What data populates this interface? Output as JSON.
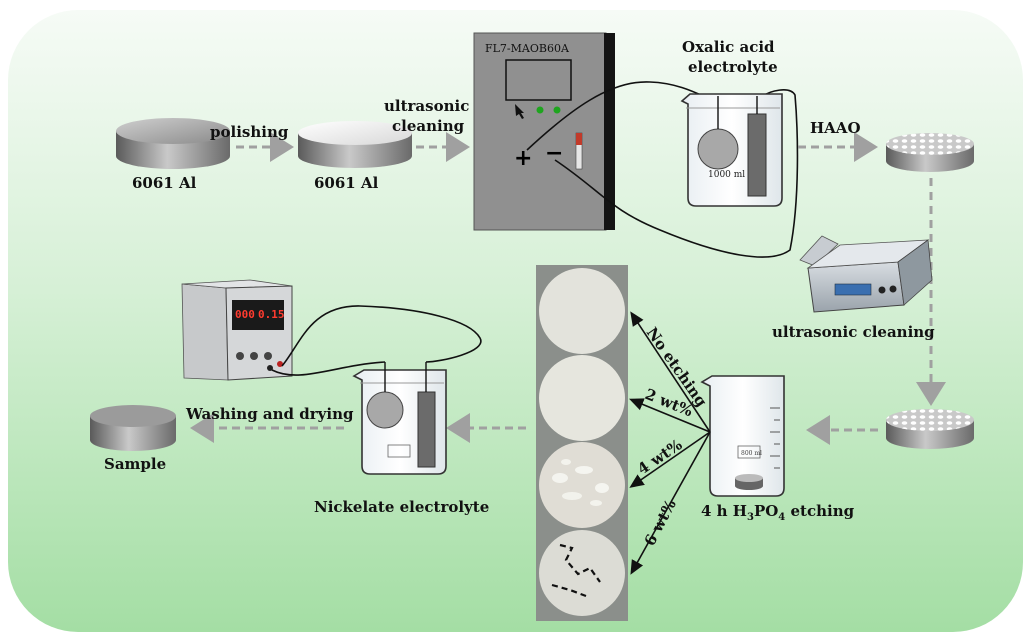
{
  "labels": {
    "al_left": "6061 Al",
    "al_mid": "6061 Al",
    "polishing": "polishing",
    "ultrasonic_line1": "ultrasonic",
    "ultrasonic_line2": "cleaning",
    "power_model": "FL7-MAOB60A",
    "oxalic_line1": "Oxalic acid",
    "oxalic_line2": "electrolyte",
    "beaker_volume": "1000 ml",
    "haao": "HAAO",
    "ultrasonic_cleaning": "ultrasonic cleaning",
    "etch_main": "4 h H",
    "etch_sub3": "3",
    "etch_po": "PO",
    "etch_sub4": "4",
    "etch_tail": " etching",
    "etch_none": "No etching",
    "etch_2": "2 wt%",
    "etch_4": "4 wt%",
    "etch_6": "6 wt%",
    "nickelate": "Nickelate electrolyte",
    "washing": "Washing and drying",
    "sample": "Sample",
    "plus": "+",
    "minus": "−",
    "dc_display_1": "000",
    "dc_display_2": "0.15",
    "small_beaker_vol": "800 ml"
  },
  "colors": {
    "background_outer": "#ffffff",
    "background_panel_top": "#f3faf3",
    "background_panel_bottom": "#a6e0a6",
    "arrow": "#a0a0a0",
    "power_box": "#8f8f8f",
    "led": "#1ea51e"
  }
}
